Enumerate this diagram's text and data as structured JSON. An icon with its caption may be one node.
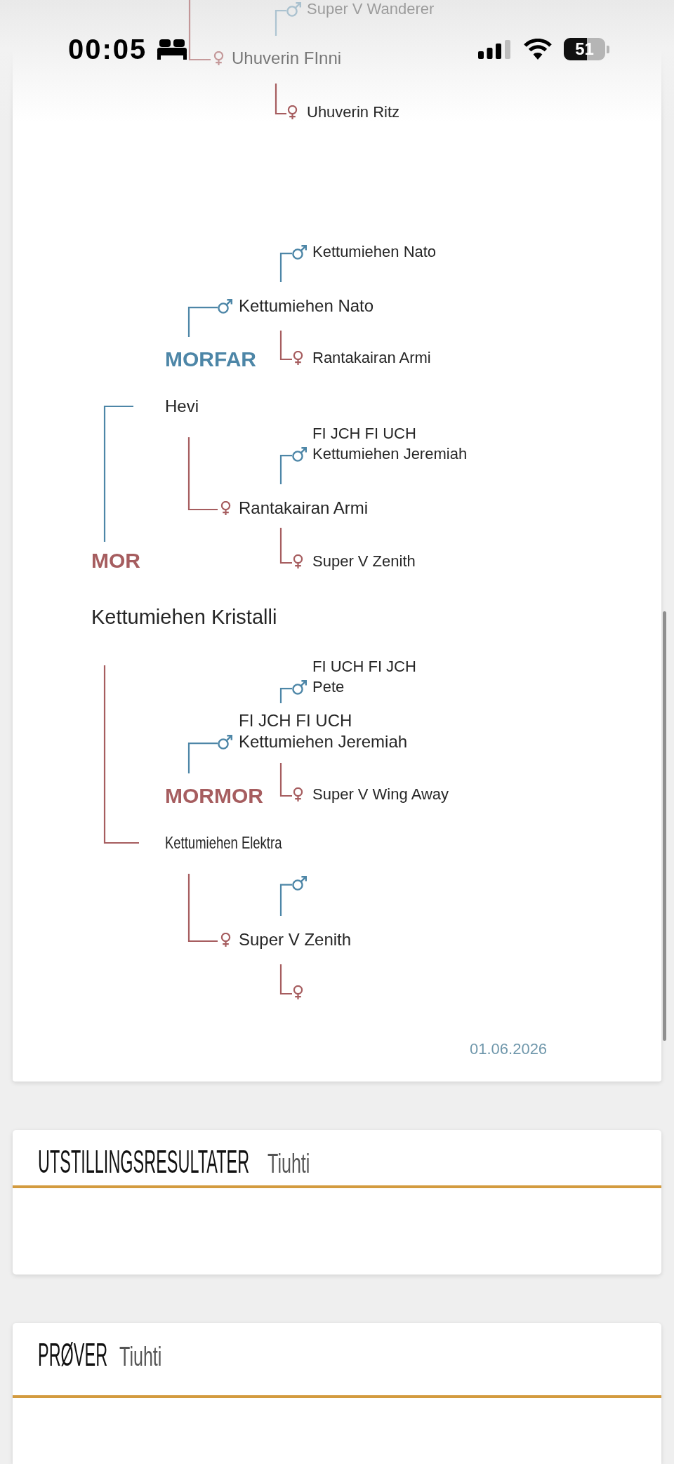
{
  "diagram": {
    "nodes": [
      {
        "text": [
          "Super V Wanderer"
        ]
      },
      {
        "text": [
          "Uhuverin FInni"
        ]
      },
      {
        "text": [
          "Uhuverin Ritz"
        ]
      },
      {
        "text": [
          "Kettumiehen Nato"
        ]
      },
      {
        "text": [
          "Kettumiehen Nato"
        ]
      },
      {
        "text": [
          "Rantakairan Armi"
        ]
      },
      {
        "text": [
          "Hevi"
        ],
        "beside": [
          "MORFAR"
        ]
      },
      {
        "text": [
          "FI JCH FI UCH",
          "Kettumiehen Jeremiah"
        ]
      },
      {
        "text": [
          "Rantakairan Armi"
        ]
      },
      {
        "text": [
          "Super V Zenith"
        ]
      },
      {
        "text": [
          "Kettumiehen Kristalli"
        ],
        "beside": [
          "MOR"
        ]
      },
      {
        "text": [
          "FI UCH FI JCH",
          "Pete"
        ]
      },
      {
        "text": [
          "FI JCH FI UCH",
          "Kettumiehen Jeremiah"
        ]
      },
      {
        "text": [
          "Super V Wing Away"
        ]
      },
      {
        "text": [
          "Kettumiehen Elektra"
        ],
        "beside": [
          "MORMOR"
        ]
      },
      {
        "text": [],
        "shape": "symbol"
      },
      {
        "text": [
          "Super V Zenith"
        ]
      },
      {
        "text": [],
        "shape": "symbol"
      }
    ],
    "edges": [
      {
        "from": 1,
        "to": 0,
        "arrow": "none",
        "color": "#4d86a7"
      },
      {
        "from": null,
        "to": 1,
        "arrow": "none"
      },
      {
        "from": 1,
        "to": 2,
        "arrow": "none"
      },
      {
        "from": 4,
        "to": 3,
        "arrow": "none",
        "color": "#4d86a7"
      },
      {
        "from": 6,
        "to": 4,
        "arrow": "none",
        "color": "#4d86a7"
      },
      {
        "from": 4,
        "to": 5,
        "arrow": "none"
      },
      {
        "from": 6,
        "to": 8,
        "arrow": "none"
      },
      {
        "from": 8,
        "to": 7,
        "arrow": "none",
        "color": "#4d86a7"
      },
      {
        "from": 8,
        "to": 9,
        "arrow": "none"
      },
      {
        "from": 10,
        "to": 6,
        "arrow": "none",
        "color": "#4d86a7"
      },
      {
        "from": 10,
        "to": 14,
        "arrow": "none"
      },
      {
        "from": 12,
        "to": 11,
        "arrow": "none",
        "color": "#4d86a7"
      },
      {
        "from": 14,
        "to": 12,
        "arrow": "none",
        "color": "#4d86a7"
      },
      {
        "from": 12,
        "to": 13,
        "arrow": "none"
      },
      {
        "from": 14,
        "to": 16,
        "arrow": "none"
      },
      {
        "from": 16,
        "to": 15,
        "arrow": "none",
        "color": "#4d86a7"
      },
      {
        "from": 16,
        "to": 17,
        "arrow": "none"
      }
    ],
    "labels": [
      "00:05",
      "51",
      "01.06.2026",
      "UTSTILLINGSRESULTATER",
      "Tiuhti",
      "PRØVER",
      "Tiuhti"
    ]
  }
}
